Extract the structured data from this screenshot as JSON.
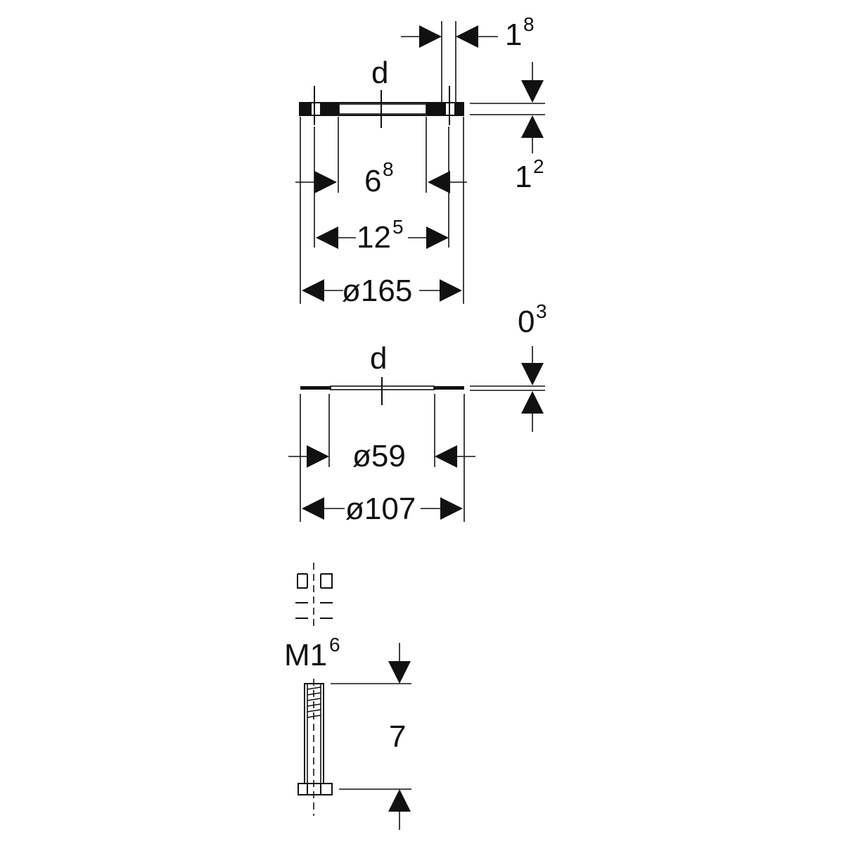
{
  "gasket": {
    "diameter_symbol": "d",
    "thickness_sup": {
      "base": "1",
      "sup": "8"
    },
    "height_sup": {
      "base": "1",
      "sup": "2"
    },
    "inner_width_sup": {
      "base": "6",
      "sup": "8"
    },
    "mid_width_sup": {
      "base": "12",
      "sup": "5"
    },
    "outer_diameter": "ø165"
  },
  "washer": {
    "diameter_symbol": "d",
    "thickness_sup": {
      "base": "0",
      "sup": "3"
    },
    "inner_diameter": "ø59",
    "outer_diameter": "ø107"
  },
  "screw": {
    "thread_sup": {
      "base": "M1",
      "sup": "6"
    },
    "length": "7"
  }
}
